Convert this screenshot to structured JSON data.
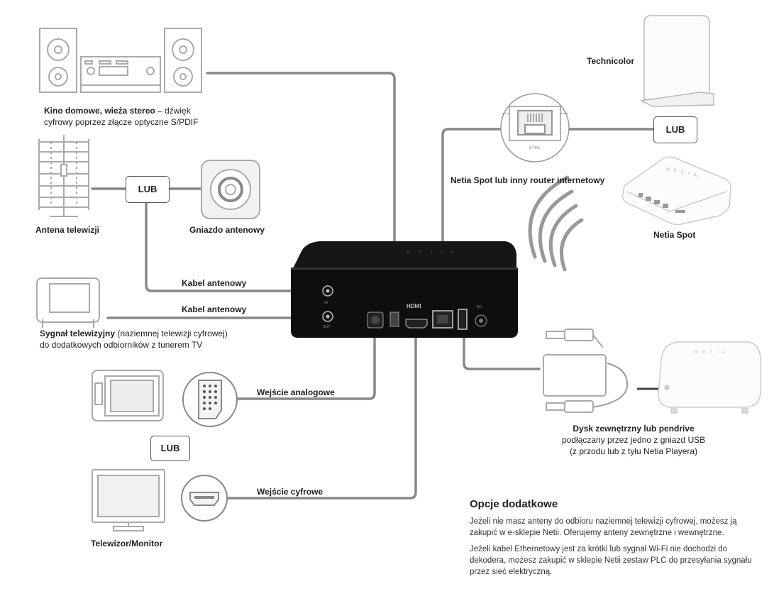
{
  "devices": {
    "home_theater": {
      "title": "Kino domowe, wieża stereo",
      "dash": " – ",
      "desc1": "dźwięk",
      "desc2": "cyfrowy poprzez złącze optyczne S/PDIF"
    },
    "antenna": {
      "label": "Antena telewizji"
    },
    "antenna_socket": {
      "label": "Gniazdo antenowy"
    },
    "tv_signal": {
      "title": "Sygnał telewizyjny",
      "desc1": " (naziemnej telewizji cyfrowej)",
      "desc2": "do dodatkowych odbiorników z tunerem TV"
    },
    "tv_monitor": {
      "label": "Telewizor/Monitor"
    },
    "technicolor": {
      "label": "Technicolor"
    },
    "router": {
      "label": "Netia Spot lub inny router internetowy",
      "port": "ETH1"
    },
    "netia_spot": {
      "label": "Netia Spot"
    },
    "usb_disk": {
      "title": "Dysk zewnętrzny lub pendrive",
      "desc1": "podłączany przez jedno z gniazd USB",
      "desc2": "(z przodu lub z tyłu Netia Playera)"
    }
  },
  "cables": {
    "antenna_cable_1": "Kabel antenowy",
    "antenna_cable_2": "Kabel antenowy",
    "analog_input": "Wejście analogowe",
    "digital_input": "Wejście cyfrowe"
  },
  "lub_badges": {
    "antenna": "LUB",
    "router": "LUB",
    "tv": "LUB"
  },
  "player": {
    "brand_top": "NETIA",
    "port_in": "IN",
    "port_out": "OUT",
    "port_hdmi": "HDMI",
    "port_dc": "DC"
  },
  "options": {
    "title": "Opcje dodatkowe",
    "p1": "Jeżeli nie masz anteny do odbioru naziemnej telewizji cyfrowej, możesz ją zakupić w e-sklepie Netii. Oferujemy anteny zewnętrzne i wewnętrzne.",
    "p2": "Jeżeli kabel Ethernetowy jest za krótki lub sygnał Wi-Fi nie dochodzi do dekodera, możesz zakupić w sklepie Netii zestaw PLC do przesyłania sygnału przez sieć elektryczną."
  }
}
